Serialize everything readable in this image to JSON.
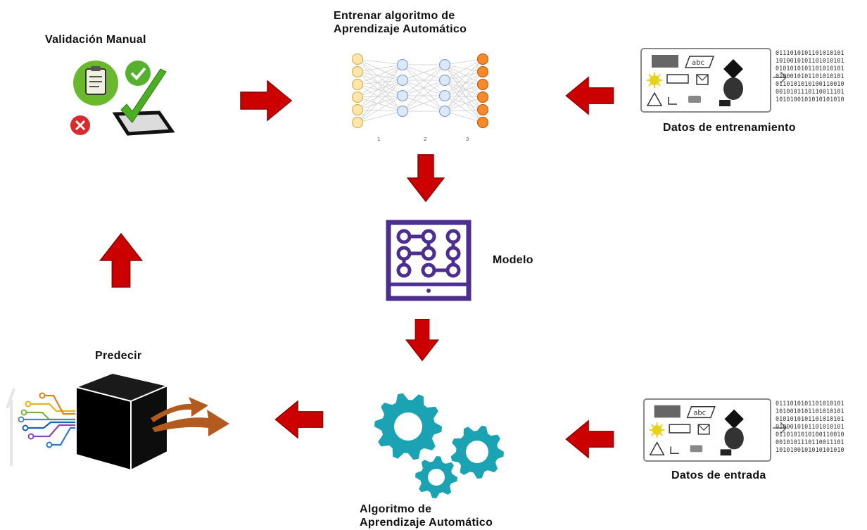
{
  "labels": {
    "manual_validation": "Validación Manual",
    "train_line1": "Entrenar algoritmo de",
    "train_line2": "Aprendizaje Automático",
    "training_data": "Datos de entrenamiento",
    "model": "Modelo",
    "predict": "Predecir",
    "algo_line1": "Algoritmo de",
    "algo_line2": "Aprendizaje Automático",
    "input_data": "Datos de entrada"
  },
  "data_panel": {
    "abc_text": "abc",
    "binary_lines": [
      "0111010101101010101",
      "1010010101101010101",
      "0101010101101010101",
      "0100010101101010101",
      "0110101010100110010",
      "0010101110110011101",
      "1010100101010101010"
    ]
  },
  "nn_layer_labels": [
    "1",
    "2",
    "3"
  ],
  "colors": {
    "arrow_red": "#cc0000",
    "model_purple": "#4b2e8f",
    "gear_teal": "#1ba3b3",
    "prediction_arrow": "#b35a1f",
    "check_green": "#55b02d",
    "cross_red": "#d92b2b"
  }
}
